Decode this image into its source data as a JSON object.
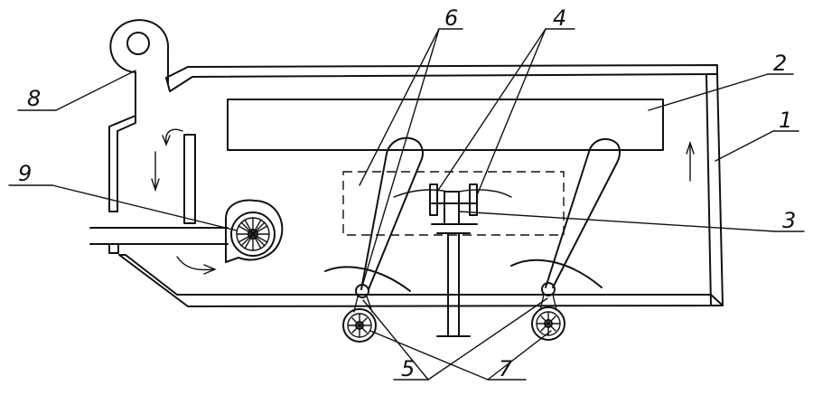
{
  "labels": {
    "l1": "1",
    "l2": "2",
    "l3": "3",
    "l4": "4",
    "l5": "5",
    "l6": "6",
    "l7": "7",
    "l8": "8",
    "l9": "9"
  },
  "colors": {
    "ink": "#111111",
    "paper": "#ffffff"
  }
}
